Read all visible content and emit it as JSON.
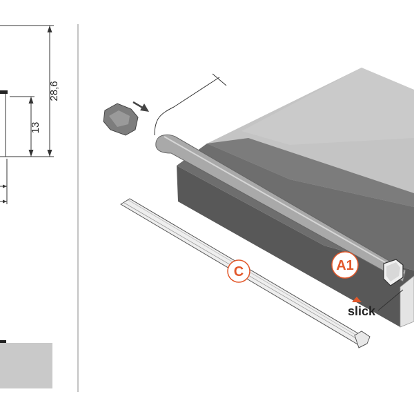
{
  "dimensions": {
    "height_total": "28,6",
    "height_part": "13"
  },
  "callouts": {
    "a1": "A1",
    "c": "C"
  },
  "brand": {
    "name": "slick"
  },
  "colors": {
    "accent": "#e2582b",
    "line": "#333333",
    "dark_profile": "#555555",
    "light_surface": "#c9c9c9"
  },
  "icons": [
    "insert-arrow-icon",
    "end-cap-icon",
    "slick-logo-icon"
  ]
}
